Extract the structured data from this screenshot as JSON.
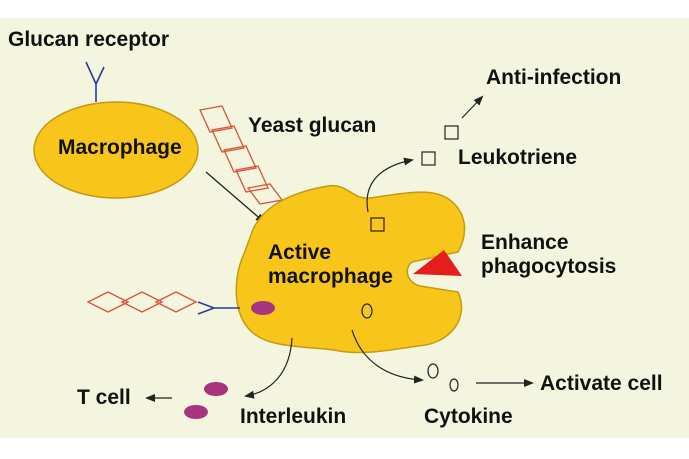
{
  "colors": {
    "background_panel": "#f4f5df",
    "cell_fill": "#f8c51a",
    "cell_stroke": "#c49a10",
    "glucan_chain": "#d8533a",
    "receptor": "#2a3b9a",
    "arrow": "#222222",
    "interleukin": "#a6347f",
    "phagocytosis_wedge": "#e51d1d"
  },
  "labels": {
    "glucan_receptor": "Glucan receptor",
    "macrophage": "Macrophage",
    "yeast_glucan": "Yeast glucan",
    "active_macrophage": "Active\nmacrophage",
    "anti_infection": "Anti-infection",
    "leukotriene": "Leukotriene",
    "enhance_phagocytosis": "Enhance\nphagocytosis",
    "t_cell": "T cell",
    "interleukin": "Interleukin",
    "cytokine": "Cytokine",
    "activate_cell": "Activate cell"
  },
  "icons": {
    "receptor": "y-shaped-receptor-icon",
    "glucan": "diamond-chain-icon",
    "leukotriene": "square-icon",
    "cytokine": "oval-icon",
    "interleukin": "ellipse-icon",
    "phagocytosis": "red-wedge-icon"
  }
}
